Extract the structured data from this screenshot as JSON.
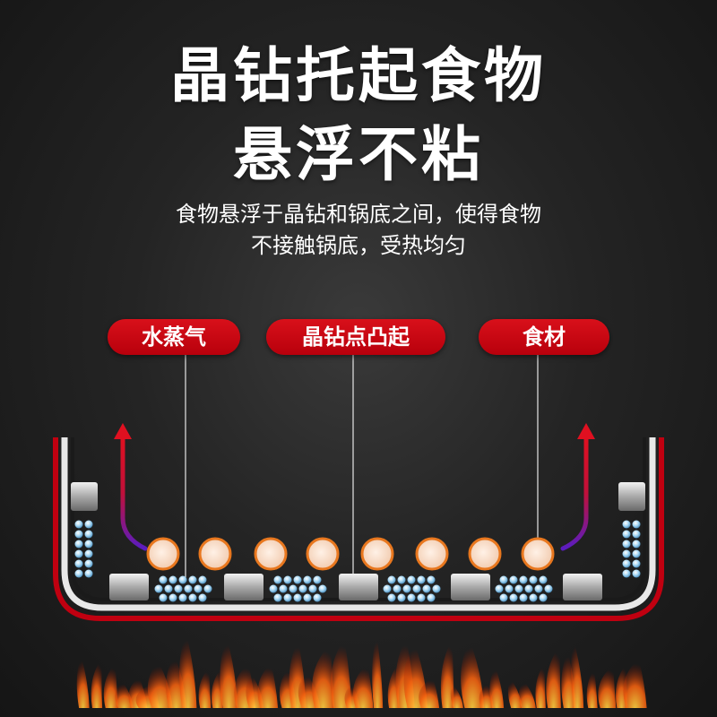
{
  "headline": {
    "line1": "晶钻托起食物",
    "line2": "悬浮不粘"
  },
  "subtitle": {
    "line1": "食物悬浮于晶钻和锅底之间，使得食物",
    "line2": "不接触锅底，受热均匀"
  },
  "labels": {
    "steam": "水蒸气",
    "dot": "晶钻点凸起",
    "food": "食材"
  },
  "colors": {
    "accent": "#c80010",
    "food": "#f5d9c6",
    "food_ring": "#e8771e",
    "bead": "#9fd3f0"
  }
}
